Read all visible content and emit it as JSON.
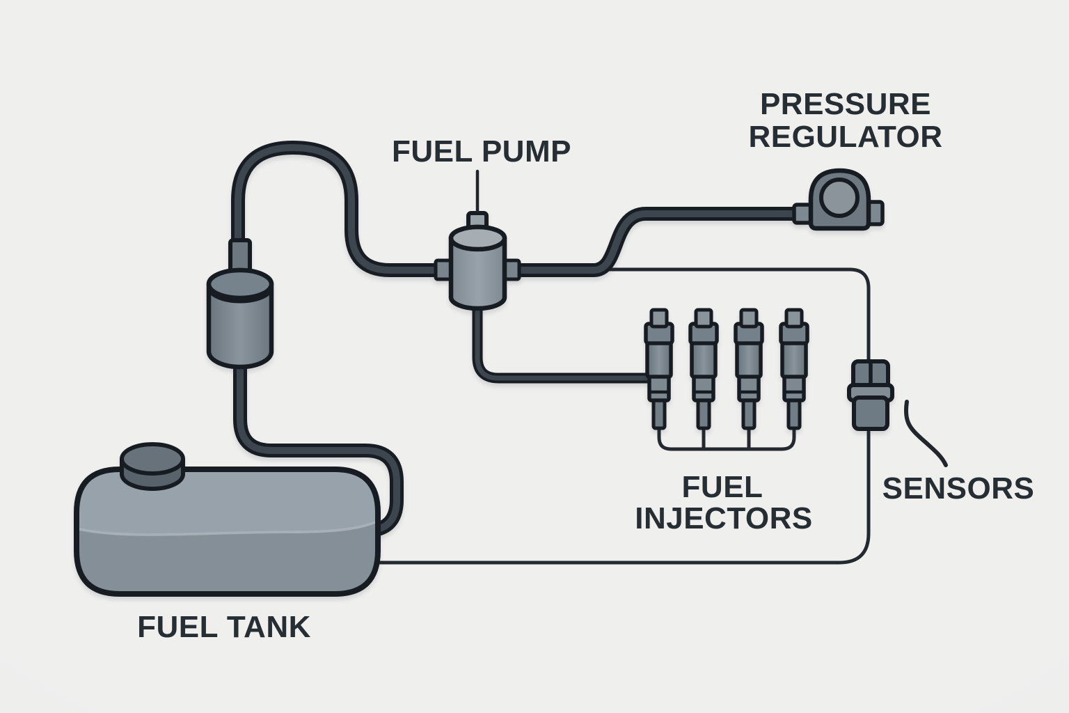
{
  "diagram": {
    "kind": "fuel-system-diagram",
    "labels": {
      "fuel_pump": "FUEL PUMP",
      "pressure_regulator_line1": "PRESSURE",
      "pressure_regulator_line2": "REGULATOR",
      "fuel_injectors_line1": "FUEL",
      "fuel_injectors_line2": "INJECTORS",
      "sensors": "SENSORS",
      "fuel_tank": "FUEL TANK"
    },
    "components": [
      "fuel-tank",
      "fuel-tank-cap",
      "fuel-filter",
      "fuel-pump",
      "pressure-regulator",
      "fuel-injectors",
      "sensor-connector"
    ],
    "injector_count": 4,
    "palette": {
      "background": "#ecedec",
      "outline": "#161c21",
      "hose_dark": "#171d22",
      "hose_core": "#3d464e",
      "thin_line": "#23292e",
      "metal_light": "#9aa4ab",
      "metal_mid": "#7d8891",
      "metal_dark": "#5a656d",
      "text": "#262d33"
    }
  }
}
